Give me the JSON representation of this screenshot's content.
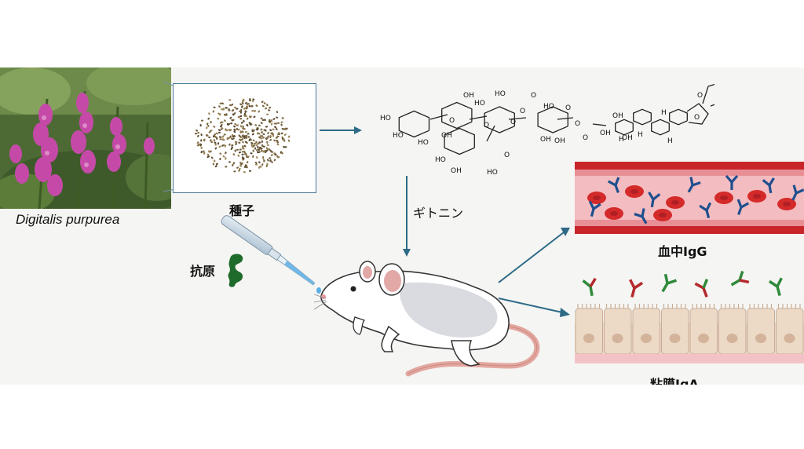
{
  "photo": {
    "species_name": "Digitalis purpurea"
  },
  "seeds": {
    "label": "種子"
  },
  "arrow_label": "ギトニン",
  "antigen": {
    "label": "抗原"
  },
  "blood": {
    "label": "血中IgG"
  },
  "mucosa": {
    "label": "粘膜IgA"
  },
  "molecule": {
    "atoms": [
      "HO",
      "HO",
      "HO",
      "OH",
      "OH",
      "HO",
      "HO",
      "O",
      "O",
      "O",
      "O",
      "O",
      "O",
      "O",
      "OH",
      "OH",
      "OH",
      "O",
      "HO",
      "OH",
      "HO",
      "O",
      "HO",
      "OH",
      "OH",
      "H",
      "H",
      "H",
      "H",
      "O",
      "O"
    ]
  },
  "colors": {
    "vessel_red": "#c8252b",
    "blood_cell": "#d42a2a",
    "antibody_blue": "#1f4f8f",
    "antibody_green": "#2f8a3a",
    "antibody_red": "#b5282c",
    "cell_fill": "#ecd9c6",
    "nucleus": "#d3b39a",
    "arrow": "#2d6a86",
    "antigen_green": "#1f6b2c",
    "flower_pink": "#c54aa8"
  }
}
